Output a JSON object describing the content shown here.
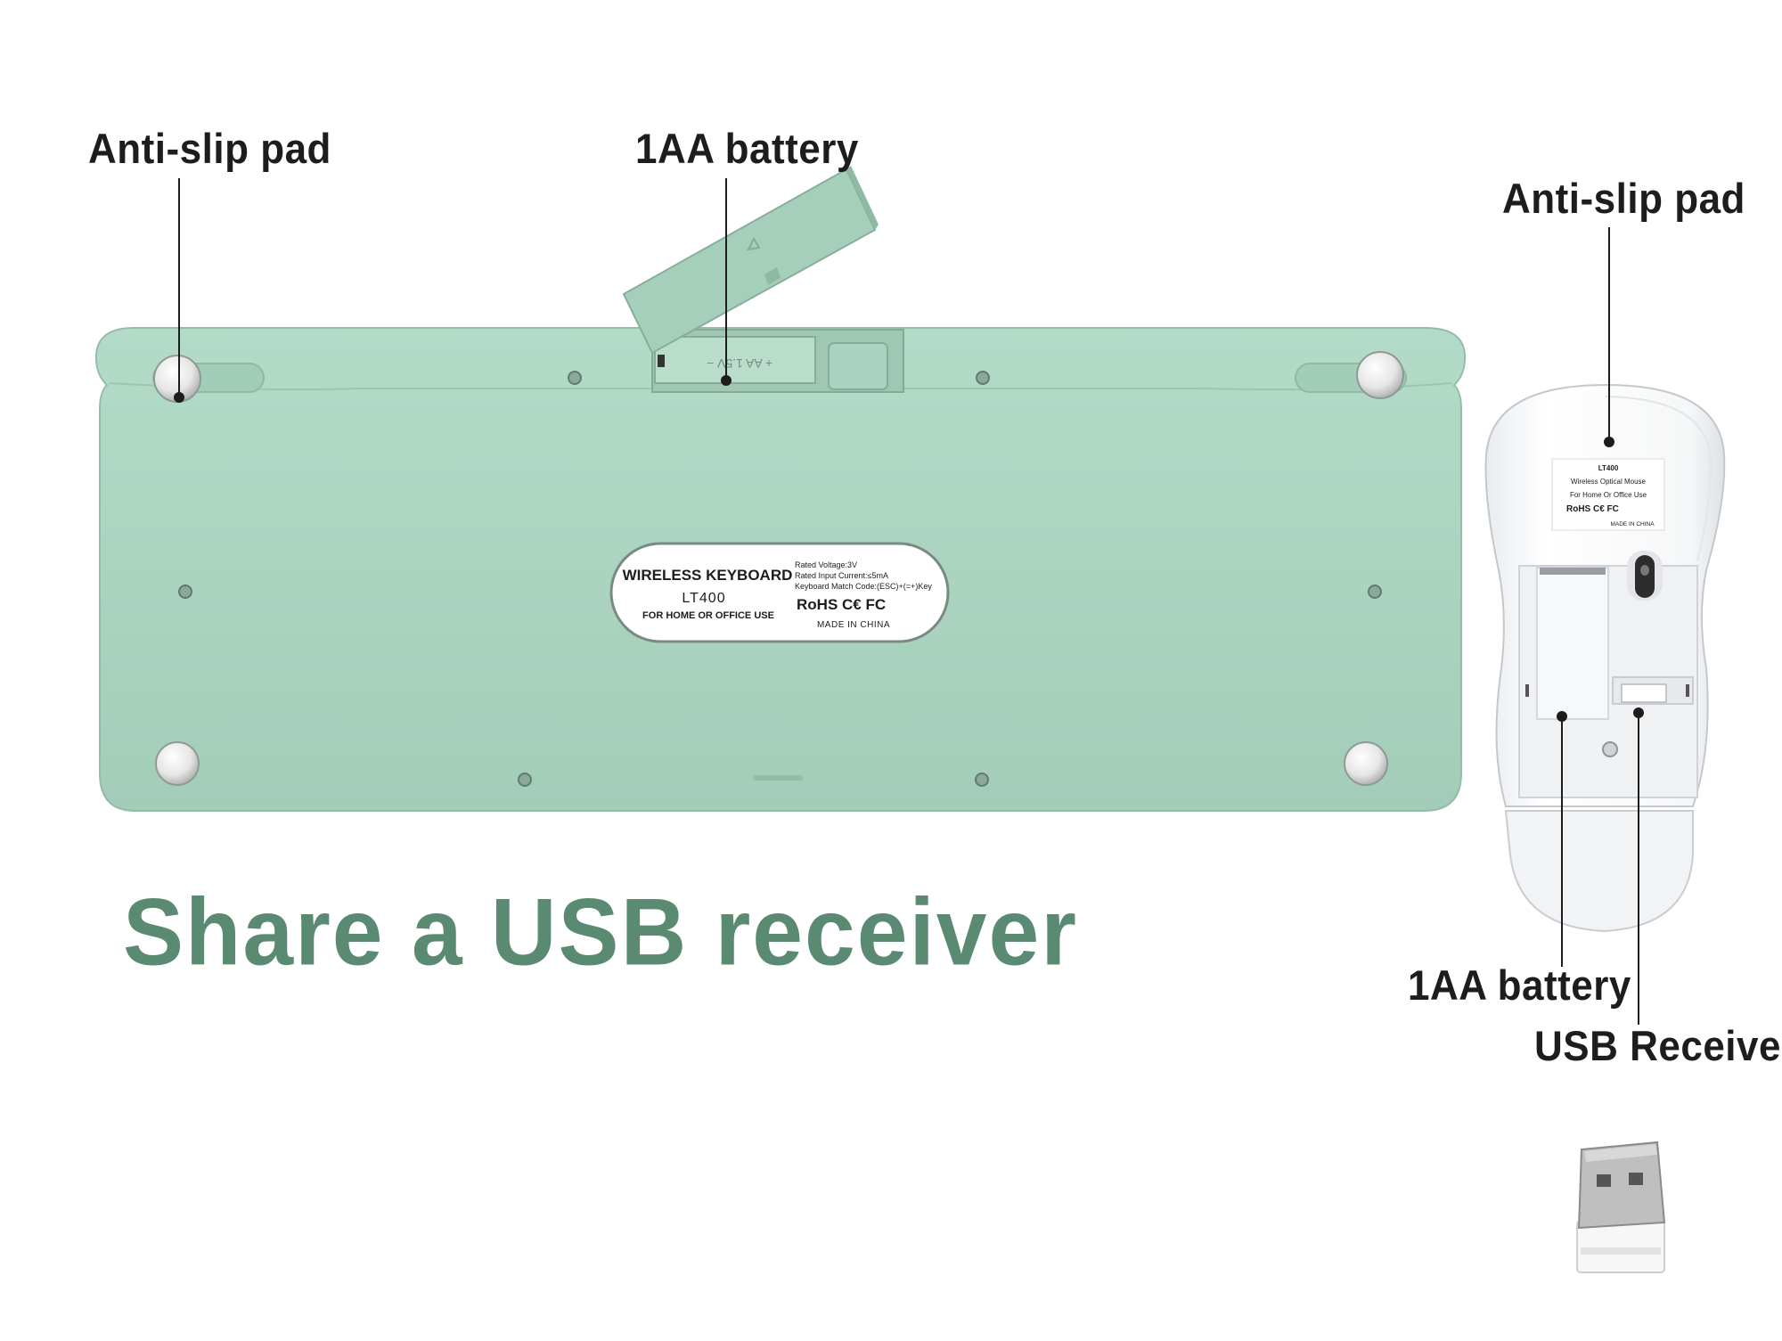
{
  "callouts": {
    "kb_antislip": "Anti-slip pad",
    "kb_battery": "1AA battery",
    "mouse_antislip": "Anti-slip pad",
    "mouse_battery": "1AA battery",
    "mouse_receiver": "USB Receiver"
  },
  "headline": "Share a USB receiver",
  "keyboard_label": {
    "title": "WIRELESS KEYBOARD",
    "model": "LT400",
    "usage": "FOR HOME OR OFFICE USE",
    "spec_voltage": "Rated Voltage:3V",
    "spec_current": "Rated Input Current:≤5mA",
    "spec_match": "Keyboard Match Code:(ESC)+(=+)Key",
    "certs": "RoHS C€ FC",
    "origin": "MADE IN CHINA"
  },
  "battery_marking": "+ AA 1.5V −",
  "mouse_label": {
    "model": "LT400",
    "desc": "Wireless Optical Mouse",
    "usage": "For Home Or Office Use",
    "certs": "RoHS C€ FC",
    "origin": "MADE IN CHINA"
  },
  "colors": {
    "keyboard_body": "#a9d2bf",
    "keyboard_shade": "#9ac6b1",
    "headline": "#5b8a72",
    "label_text": "#1d1d1d",
    "mouse_body": "#ffffff"
  }
}
